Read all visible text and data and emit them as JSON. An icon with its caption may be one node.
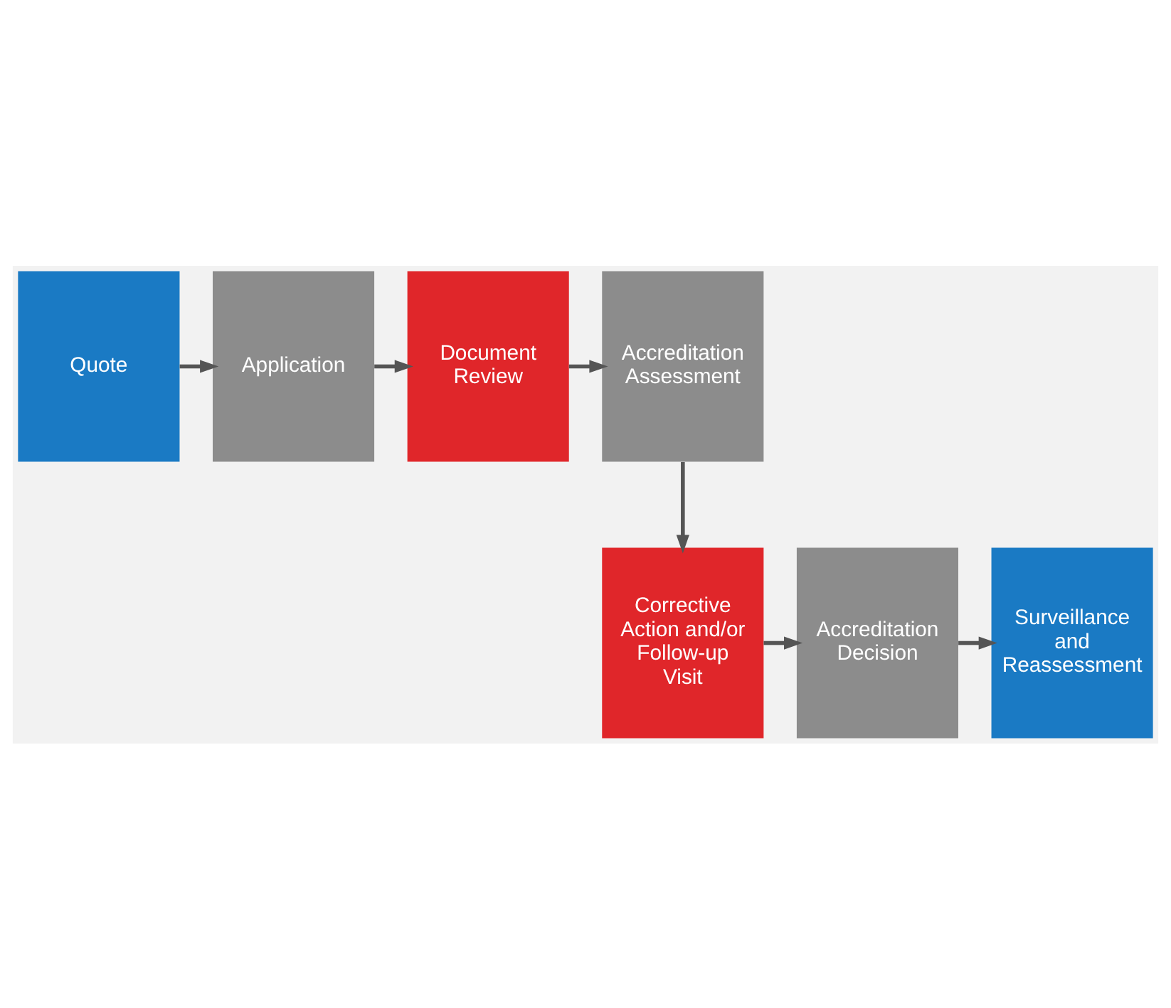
{
  "diagram": {
    "nodes": [
      {
        "text": [
          "Quote"
        ]
      },
      {
        "text": [
          "Application"
        ]
      },
      {
        "text": [
          "Document Review"
        ]
      },
      {
        "text": [
          "Accreditation Assessment"
        ]
      },
      {
        "text": [
          "Corrective Action and/or Follow-up Visit"
        ]
      },
      {
        "text": [
          "Accreditation Decision"
        ]
      },
      {
        "text": [
          "Surveillance and Reassessment"
        ]
      }
    ],
    "edges": [
      {
        "from": 0,
        "to": 1,
        "arrow": "to"
      },
      {
        "from": 1,
        "to": 2,
        "arrow": "to"
      },
      {
        "from": 2,
        "to": 3,
        "arrow": "to"
      },
      {
        "from": 3,
        "to": 4,
        "arrow": "to"
      },
      {
        "from": 4,
        "to": 5,
        "arrow": "to"
      },
      {
        "from": 5,
        "to": 6,
        "arrow": "to"
      }
    ]
  }
}
